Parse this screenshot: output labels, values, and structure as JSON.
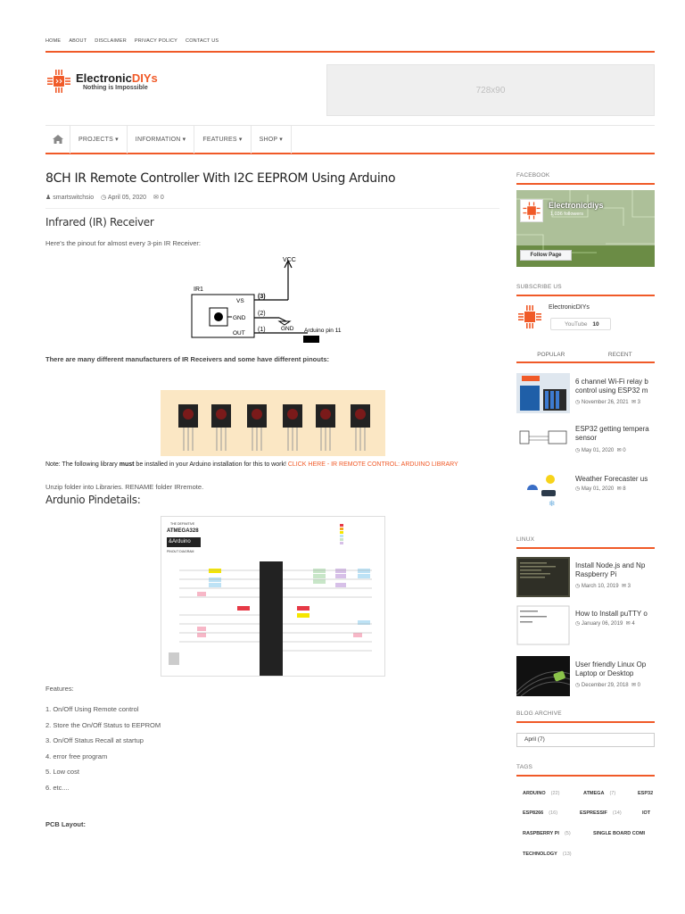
{
  "topnav": [
    "HOME",
    "ABOUT",
    "DISCLAIMER",
    "PRIVACY POLICY",
    "CONTACT US"
  ],
  "logo": {
    "name_a": "Electronic",
    "name_b": "DIYs",
    "tagline": "Nothing is Impossible"
  },
  "ad": {
    "label": "728x90"
  },
  "mainnav": {
    "items": [
      "PROJECTS ▾",
      "INFORMATION ▾",
      "FEATURES ▾",
      "SHOP ▾"
    ]
  },
  "post": {
    "title": "8CH IR Remote Controller With I2C EEPROM Using Arduino",
    "author": "smartswitchsio",
    "date": "April 05, 2020",
    "comments": "0",
    "sec1": "Infrared (IR) Receiver",
    "pinout_text": "Here's the pinout for almost every 3-pin IR Receiver:",
    "diagram": {
      "vcc": "VCC",
      "ir": "IR1",
      "vs": "VS",
      "gnd": "GND",
      "out": "OUT",
      "p3": "(3)",
      "p2": "(2)",
      "p1": "(1)",
      "gnd2": "GND",
      "pin": "Arduino pin 11"
    },
    "manufacturers": "There are many different manufacturers of IR Receivers and some have different pinouts:",
    "note_a": "Note: The following library ",
    "note_must": "must",
    "note_b": " be installed in your Arduino installation for this to work! ",
    "note_link": "CLICK HERE - IR REMOTE CONTROL: ARDUINO LIBRARY",
    "unzip": "Unzip folder into Libraries. RENAME folder IRremote.",
    "sec2": "Ardunio Pindetails:",
    "chip_title_a": "THE DEFINITIVE",
    "chip_title_b": "ATMEGA328",
    "chip_title_c": "&Arduino",
    "chip_title_d": "PINOUT DIAGRAM",
    "features_label": "Features:",
    "features": [
      "1. On/Off Using Remote control",
      "2. Store the On/Off Status to EEPROM",
      "3. On/Off Status Recall at startup",
      "4. error free program",
      "5. Low cost",
      "6. etc...."
    ],
    "pcb": "PCB Layout:"
  },
  "sidebar": {
    "facebook": "FACEBOOK",
    "fb_name": "Electronicdiys",
    "fb_followers": "1,036 followers",
    "fb_button": "Follow Page",
    "subscribe": "SUBSCRIBE US",
    "yt_name": "ElectronicDIYs",
    "yt_label": "YouTube",
    "yt_count": "10",
    "tab_popular": "POPULAR",
    "tab_recent": "RECENT",
    "popular": [
      {
        "title1": "6 channel Wi-Fi relay b",
        "title2": "control using ESP32 m",
        "date": "November 26, 2021",
        "c": "3"
      },
      {
        "title1": "ESP32 getting tempera",
        "title2": "sensor",
        "date": "May 01, 2020",
        "c": "0"
      },
      {
        "title1": "Weather Forecaster us",
        "title2": "",
        "date": "May 01, 2020",
        "c": "8"
      }
    ],
    "linux": "LINUX",
    "linux_items": [
      {
        "title1": "Install Node.js and Np",
        "title2": "Raspberry Pi",
        "date": "March 10, 2019",
        "c": "3"
      },
      {
        "title1": "How to Install puTTY o",
        "title2": "",
        "date": "January 06, 2019",
        "c": "4"
      },
      {
        "title1": "User friendly Linux Op",
        "title2": "Laptop or Desktop",
        "date": "December 29, 2018",
        "c": "0"
      }
    ],
    "archive": "BLOG ARCHIVE",
    "archive_value": "April (7)",
    "tags_head": "TAGS",
    "tags": [
      {
        "name": "ARDUINO",
        "count": "(22)"
      },
      {
        "name": "ATMEGA",
        "count": "(7)"
      },
      {
        "name": "ESP32",
        "count": ""
      },
      {
        "name": "ESP8266",
        "count": "(16)"
      },
      {
        "name": "ESPRESSIF",
        "count": "(14)"
      },
      {
        "name": "IOT",
        "count": ""
      },
      {
        "name": "RASPBERRY PI",
        "count": "(5)"
      },
      {
        "name": "SINGLE BOARD COMI",
        "count": ""
      },
      {
        "name": "TECHNOLOGY",
        "count": "(13)"
      }
    ]
  },
  "colors": {
    "accent": "#f05a28"
  }
}
